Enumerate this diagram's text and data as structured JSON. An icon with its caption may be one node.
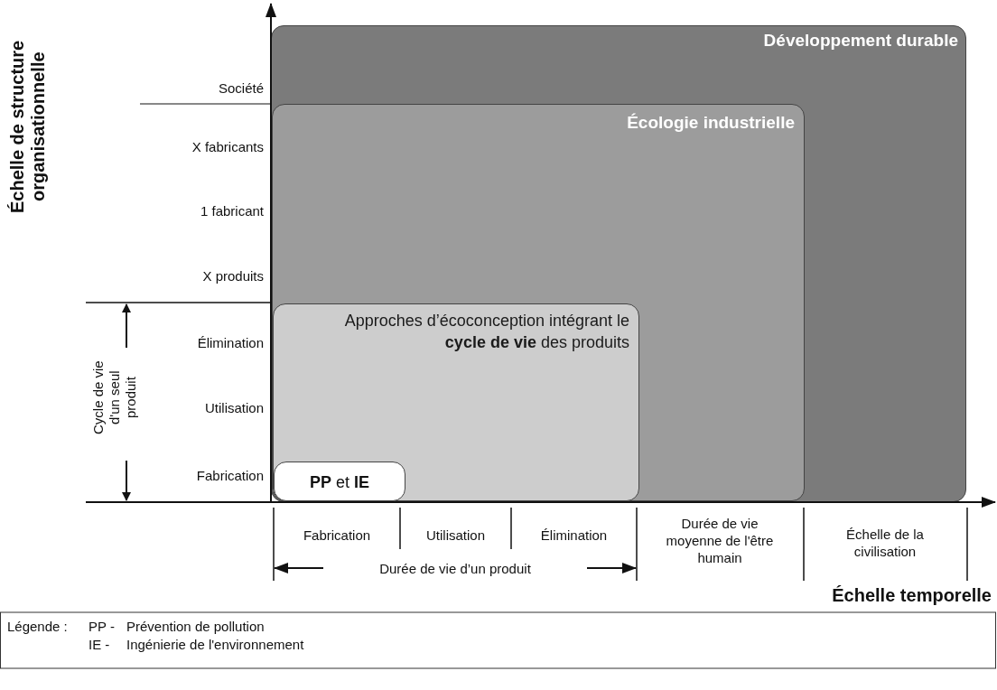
{
  "diagram": {
    "nodes": [
      {
        "text": [
          "Développement durable"
        ]
      },
      {
        "text": [
          "Écologie industrielle"
        ],
        "in": 0
      },
      {
        "text": [
          "Approches d’écoconception intégrant le **cycle de vie** des produits"
        ],
        "in": 1
      },
      {
        "text": [
          "**PP** et **IE**"
        ],
        "in": 2
      }
    ],
    "labels": [
      "Échelle de structure organisationnelle",
      "Société",
      "X fabricants",
      "1 fabricant",
      "X produits",
      "Élimination",
      "Utilisation",
      "Fabrication",
      "Cycle de vie d'un seul produit",
      "Fabrication",
      "Utilisation",
      "Élimination",
      "Durée de vie moyenne de l'être humain",
      "Échelle de la civilisation",
      "Durée de vie d’un produit",
      "Échelle temporelle",
      "Légende :",
      "PP -",
      "Prévention de pollution",
      "IE -",
      "Ingénierie de l'environnement"
    ]
  }
}
